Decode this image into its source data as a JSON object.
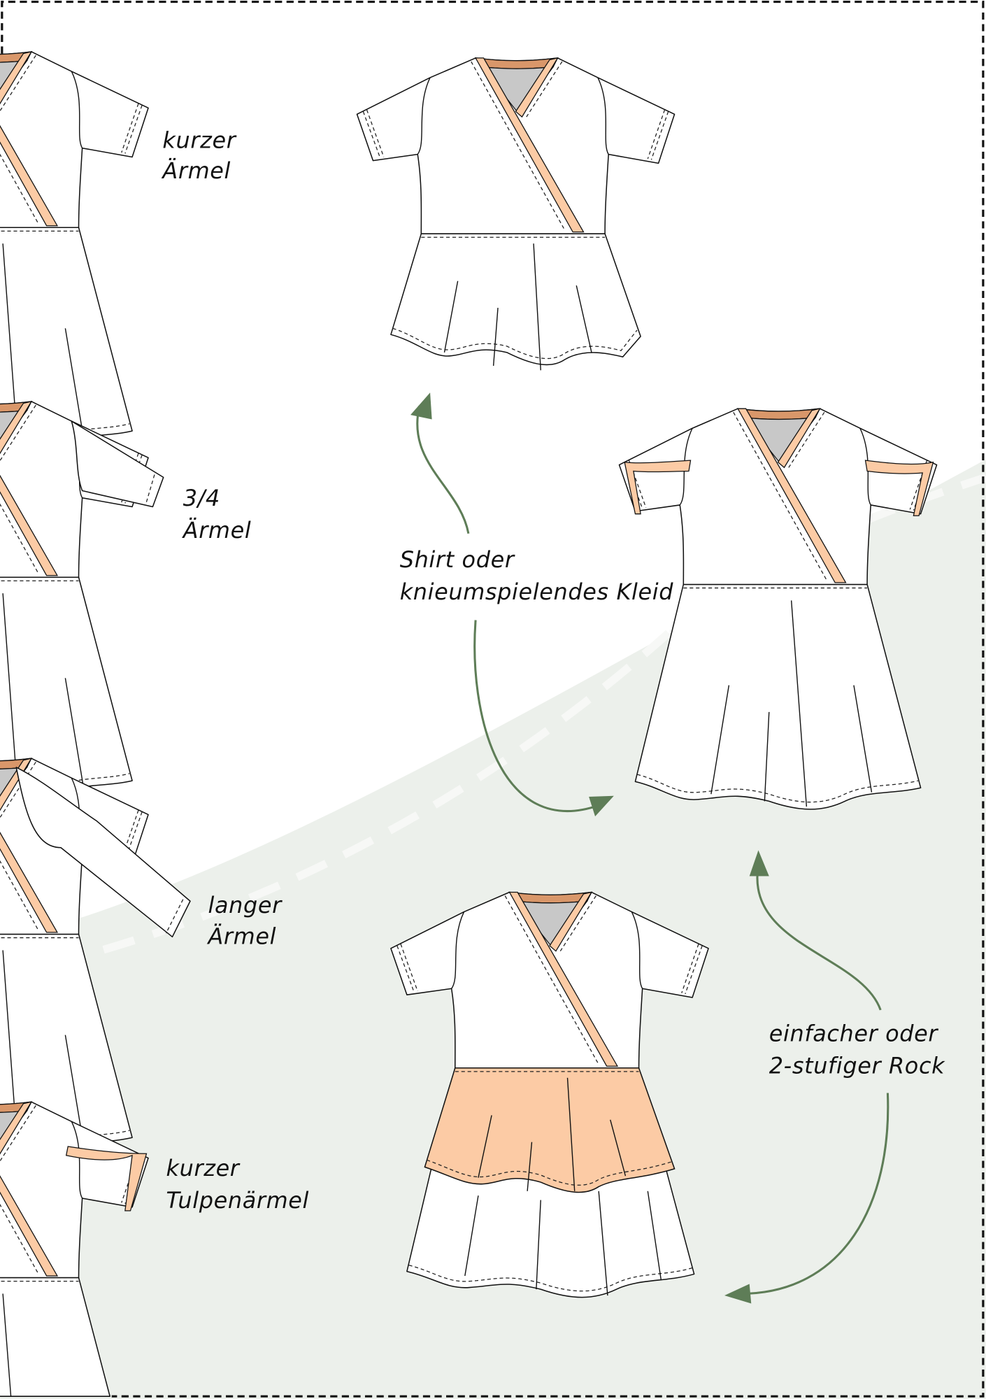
{
  "colors": {
    "background_area": "#ecf0eb",
    "binding_light": "#fccba5",
    "binding_dark": "#d9976a",
    "lining_gray": "#c8c8c8",
    "arrow": "#5e7d57"
  },
  "sleeve_labels": [
    {
      "line1": "kurzer",
      "line2": "Ärmel"
    },
    {
      "line1": "3/4",
      "line2": "Ärmel"
    },
    {
      "line1": "langer",
      "line2": "Ärmel"
    },
    {
      "line1": "kurzer",
      "line2": "Tulpenärmel"
    }
  ],
  "length_label": {
    "line1": "Shirt oder",
    "line2": "knieumspielendes Kleid"
  },
  "skirt_label": {
    "line1": "einfacher oder",
    "line2": "2-stufiger Rock"
  }
}
